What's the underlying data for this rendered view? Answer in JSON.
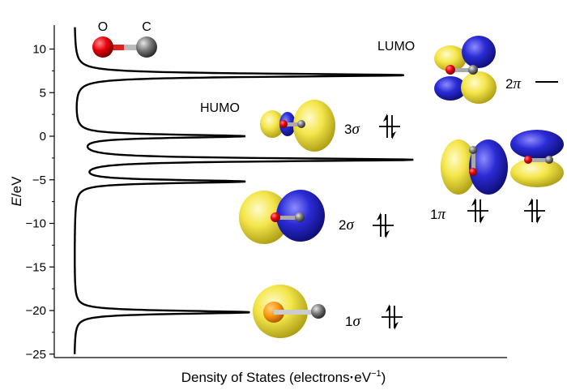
{
  "chart_data": {
    "type": "line",
    "xlabel_main": "Density of States (electrons",
    "xlabel_dot": "·",
    "xlabel_unit": "eV",
    "xlabel_sup": "−1",
    "xlabel_close": ")",
    "ylabel_E": "E",
    "ylabel_unit": "/eV",
    "ylim": [
      -25,
      13
    ],
    "yticks": [
      10,
      5,
      0,
      -5,
      -10,
      -15,
      -20,
      -25
    ],
    "ytick_labels": [
      "10",
      "5",
      "0",
      "−5",
      "−10",
      "−15",
      "−20",
      "−25"
    ],
    "peaks": [
      {
        "energy": 7.0,
        "height": 0.92
      },
      {
        "energy": 0.0,
        "height": 0.47
      },
      {
        "energy": -2.7,
        "height": 0.94
      },
      {
        "energy": -5.2,
        "height": 0.47
      },
      {
        "energy": -20.2,
        "height": 0.49
      }
    ],
    "peak_width": 0.22,
    "baseline_offset": 0.015,
    "orbitals": [
      {
        "symbol": "σ",
        "index": "1",
        "energy": -20.2,
        "electrons": 2,
        "lobe_main": "#f2e34a",
        "lobe_alt": "#ffa020"
      },
      {
        "symbol": "σ",
        "index": "2",
        "energy": -10.2,
        "electrons": 2,
        "lobe_main": "#f2e34a",
        "lobe_alt": "#2b2bd6"
      },
      {
        "symbol": "π",
        "index": "1",
        "energy": -8.3,
        "electrons": 4,
        "lobe_main": "#f2e34a",
        "lobe_alt": "#2b2bd6"
      },
      {
        "symbol": "σ",
        "index": "3",
        "energy": 1.2,
        "electrons": 2,
        "lobe_main": "#f2e34a",
        "lobe_alt": "#2b2bd6",
        "tag": "HUMO"
      },
      {
        "symbol": "π",
        "index": "2",
        "energy": 6.3,
        "electrons": 0,
        "lobe_main": "#f2e34a",
        "lobe_alt": "#2b2bd6",
        "tag": "LUMO"
      }
    ],
    "molecule": {
      "atom1": "O",
      "atom2": "C",
      "color1": "#e8000b",
      "color2": "#777777"
    },
    "colors": {
      "curve": "#000000",
      "lobe_yellow": "#f2e34a",
      "lobe_blue": "#2b2bd6",
      "oxygen": "#e8000b",
      "carbon": "#777777"
    }
  }
}
